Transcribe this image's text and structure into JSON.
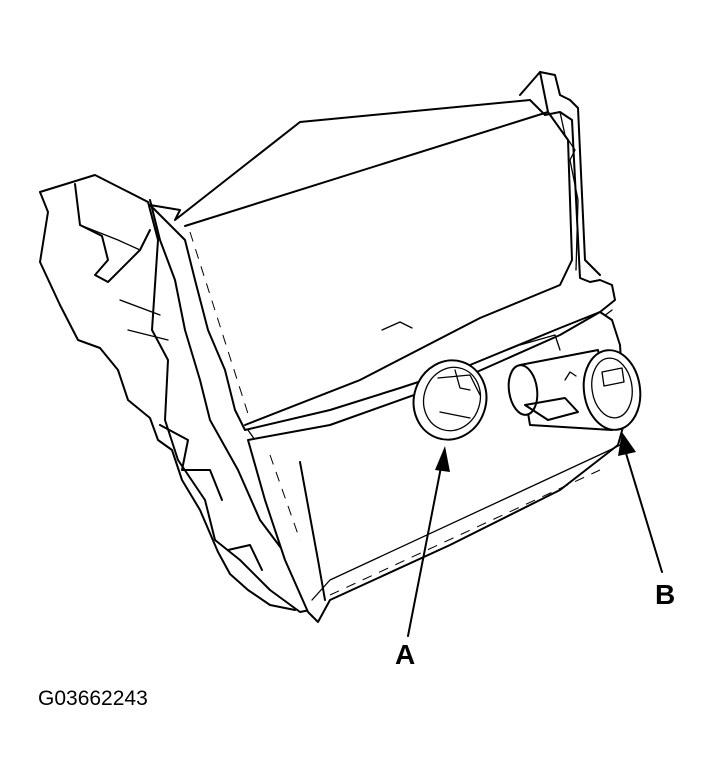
{
  "figure": {
    "callouts": [
      {
        "letter": "A",
        "target": "socket-ring"
      },
      {
        "letter": "B",
        "target": "lighter-socket"
      }
    ],
    "code": "G03662243"
  }
}
